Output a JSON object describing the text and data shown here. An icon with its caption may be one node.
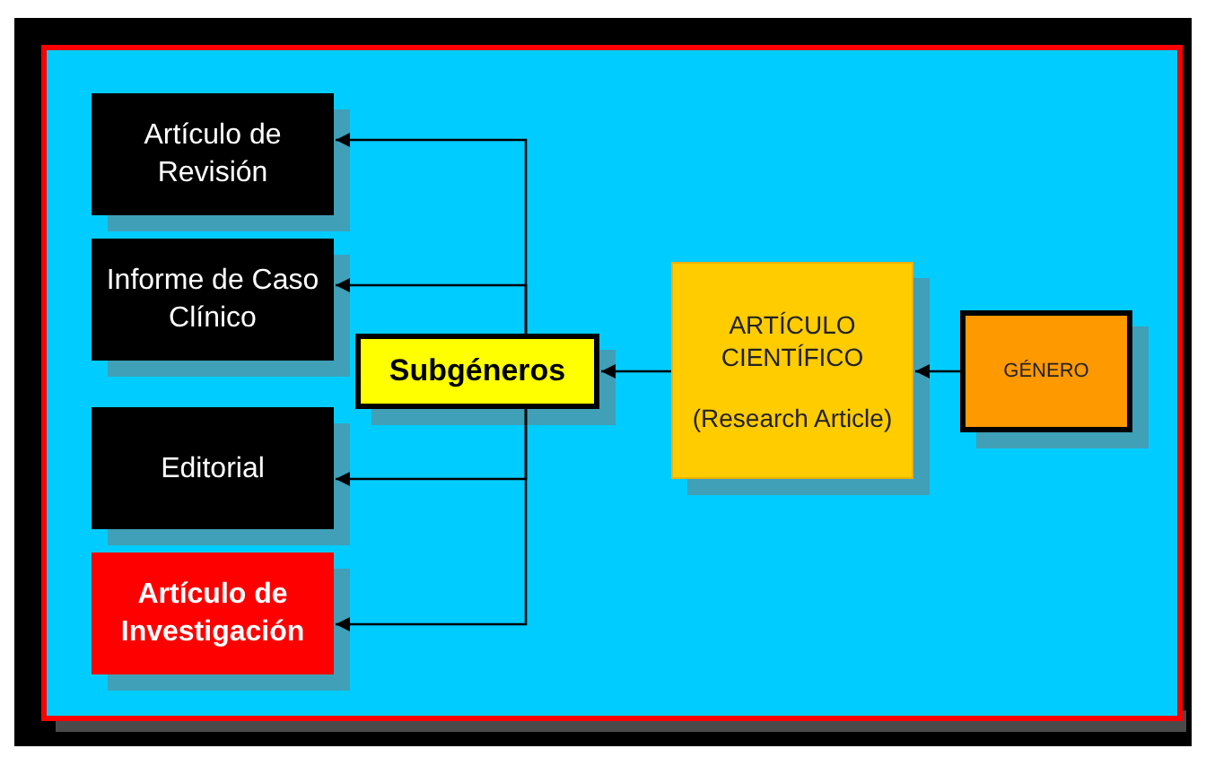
{
  "diagram": {
    "nodes": [
      {
        "text": [
          "Artículo de Revisión"
        ]
      },
      {
        "text": [
          "Informe de Caso Clínico"
        ]
      },
      {
        "text": [
          "Editorial"
        ]
      },
      {
        "text": [
          "Artículo de Investigación"
        ]
      },
      {
        "text": [
          "Subgéneros"
        ]
      },
      {
        "text": [
          "ARTÍCULO CIENTÍFICO",
          "(Research Article)"
        ]
      },
      {
        "text": [
          "GÉNERO"
        ]
      }
    ],
    "edges": [
      {
        "from": 6,
        "to": 5,
        "arrow": "to"
      },
      {
        "from": 5,
        "to": 4,
        "arrow": "to"
      },
      {
        "from": 4,
        "to": 0,
        "arrow": "to"
      },
      {
        "from": 4,
        "to": 1,
        "arrow": "to"
      },
      {
        "from": 4,
        "to": 2,
        "arrow": "to"
      },
      {
        "from": 4,
        "to": 3,
        "arrow": "to"
      }
    ]
  }
}
